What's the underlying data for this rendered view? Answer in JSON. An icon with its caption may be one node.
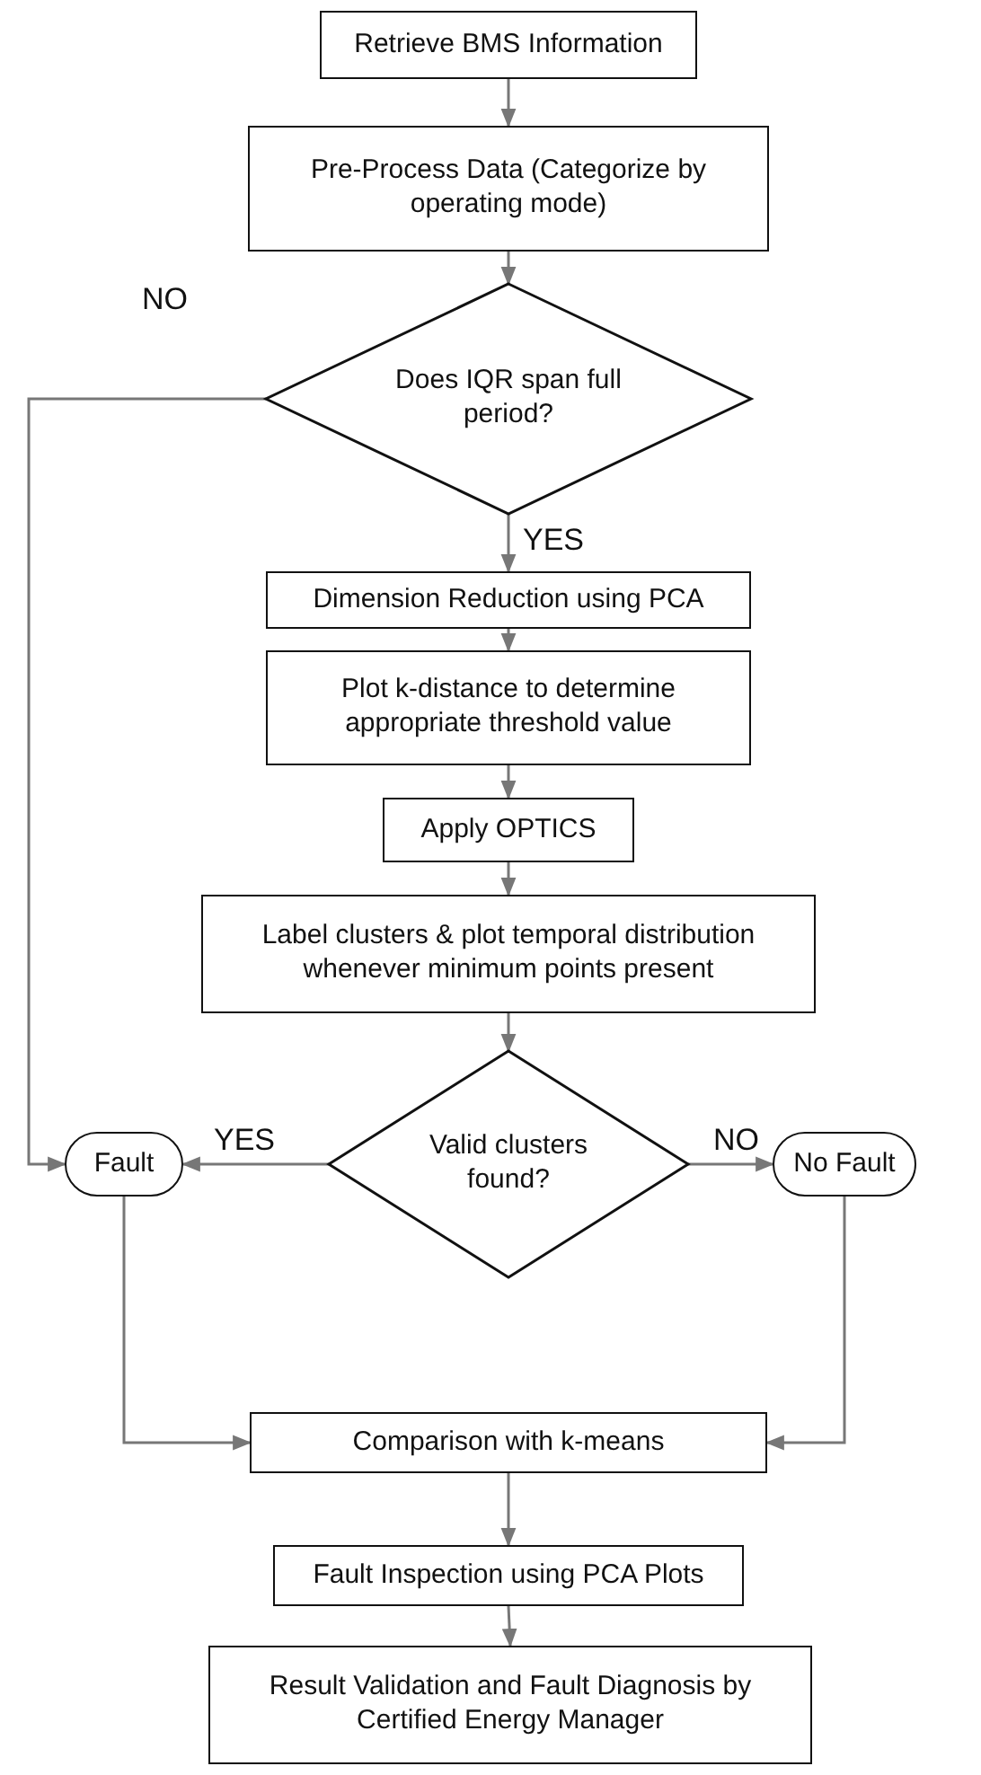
{
  "diagram": {
    "nodes": [
      {
        "text": [
          "Retrieve BMS Information"
        ]
      },
      {
        "text": [
          "Pre-Process Data (Categorize by operating mode)"
        ]
      },
      {
        "text": [
          "Does IQR span full period?"
        ]
      },
      {
        "text": [
          "Dimension Reduction using PCA"
        ]
      },
      {
        "text": [
          "Plot k-distance to determine appropriate threshold value"
        ]
      },
      {
        "text": [
          "Apply OPTICS"
        ]
      },
      {
        "text": [
          "Label clusters & plot temporal distribution whenever minimum points present"
        ]
      },
      {
        "text": [
          "Valid clusters found?"
        ]
      },
      {
        "text": [
          "Fault"
        ]
      },
      {
        "text": [
          "No Fault"
        ]
      },
      {
        "text": [
          "Comparison with k-means"
        ]
      },
      {
        "text": [
          "Fault Inspection using PCA Plots"
        ]
      },
      {
        "text": [
          "Result Validation and Fault Diagnosis by Certified Energy Manager"
        ]
      }
    ],
    "edges": [
      {
        "from": 0,
        "to": 1,
        "arrow": "to"
      },
      {
        "from": 1,
        "to": 2,
        "arrow": "to"
      },
      {
        "from": 2,
        "to": 3,
        "arrow": "to",
        "label": "YES"
      },
      {
        "from": 2,
        "to": 8,
        "arrow": "to",
        "label": "NO"
      },
      {
        "from": 3,
        "to": 4,
        "arrow": "to"
      },
      {
        "from": 4,
        "to": 5,
        "arrow": "to"
      },
      {
        "from": 5,
        "to": 6,
        "arrow": "to"
      },
      {
        "from": 6,
        "to": 7,
        "arrow": "to"
      },
      {
        "from": 7,
        "to": 8,
        "arrow": "to",
        "label": "YES"
      },
      {
        "from": 7,
        "to": 9,
        "arrow": "to",
        "label": "NO"
      },
      {
        "from": 8,
        "to": 10,
        "arrow": "to"
      },
      {
        "from": 9,
        "to": 10,
        "arrow": "to"
      },
      {
        "from": 10,
        "to": 11,
        "arrow": "to"
      },
      {
        "from": 11,
        "to": 12,
        "arrow": "to"
      }
    ]
  }
}
